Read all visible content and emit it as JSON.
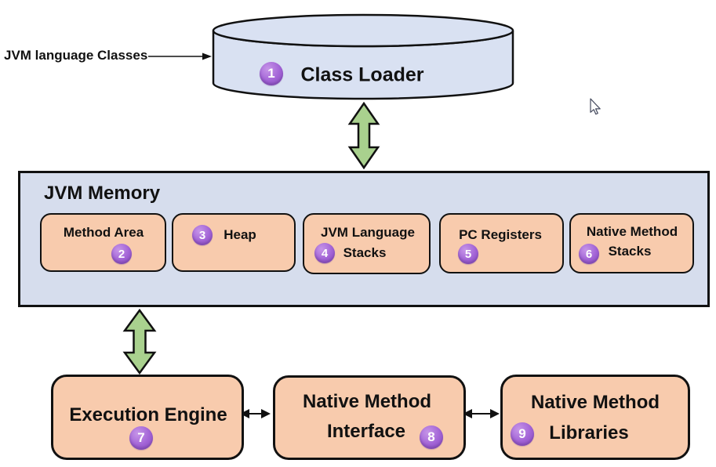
{
  "colors": {
    "cylinder_fill": "#d9e1f2",
    "memory_fill": "#d6dded",
    "module_fill": "#f8cbad",
    "arrow_green": "#a9d18e",
    "badge_purple": "#a263d6",
    "outline": "#111111"
  },
  "input": {
    "label": "JVM language Classes"
  },
  "class_loader": {
    "number": "1",
    "label": "Class Loader"
  },
  "memory": {
    "title": "JVM Memory",
    "method_area": {
      "number": "2",
      "label": "Method Area"
    },
    "heap": {
      "number": "3",
      "label": "Heap"
    },
    "jvm_language_stacks": {
      "number": "4",
      "line1": "JVM Language",
      "line2": "Stacks"
    },
    "pc_registers": {
      "number": "5",
      "label": "PC Registers"
    },
    "native_method_stacks": {
      "number": "6",
      "line1": "Native Method",
      "line2": "Stacks"
    }
  },
  "execution_engine": {
    "number": "7",
    "label": "Execution Engine"
  },
  "native_method_interface": {
    "number": "8",
    "line1": "Native Method",
    "line2": "Interface"
  },
  "native_method_libraries": {
    "number": "9",
    "line1": "Native Method",
    "line2": "Libraries"
  }
}
